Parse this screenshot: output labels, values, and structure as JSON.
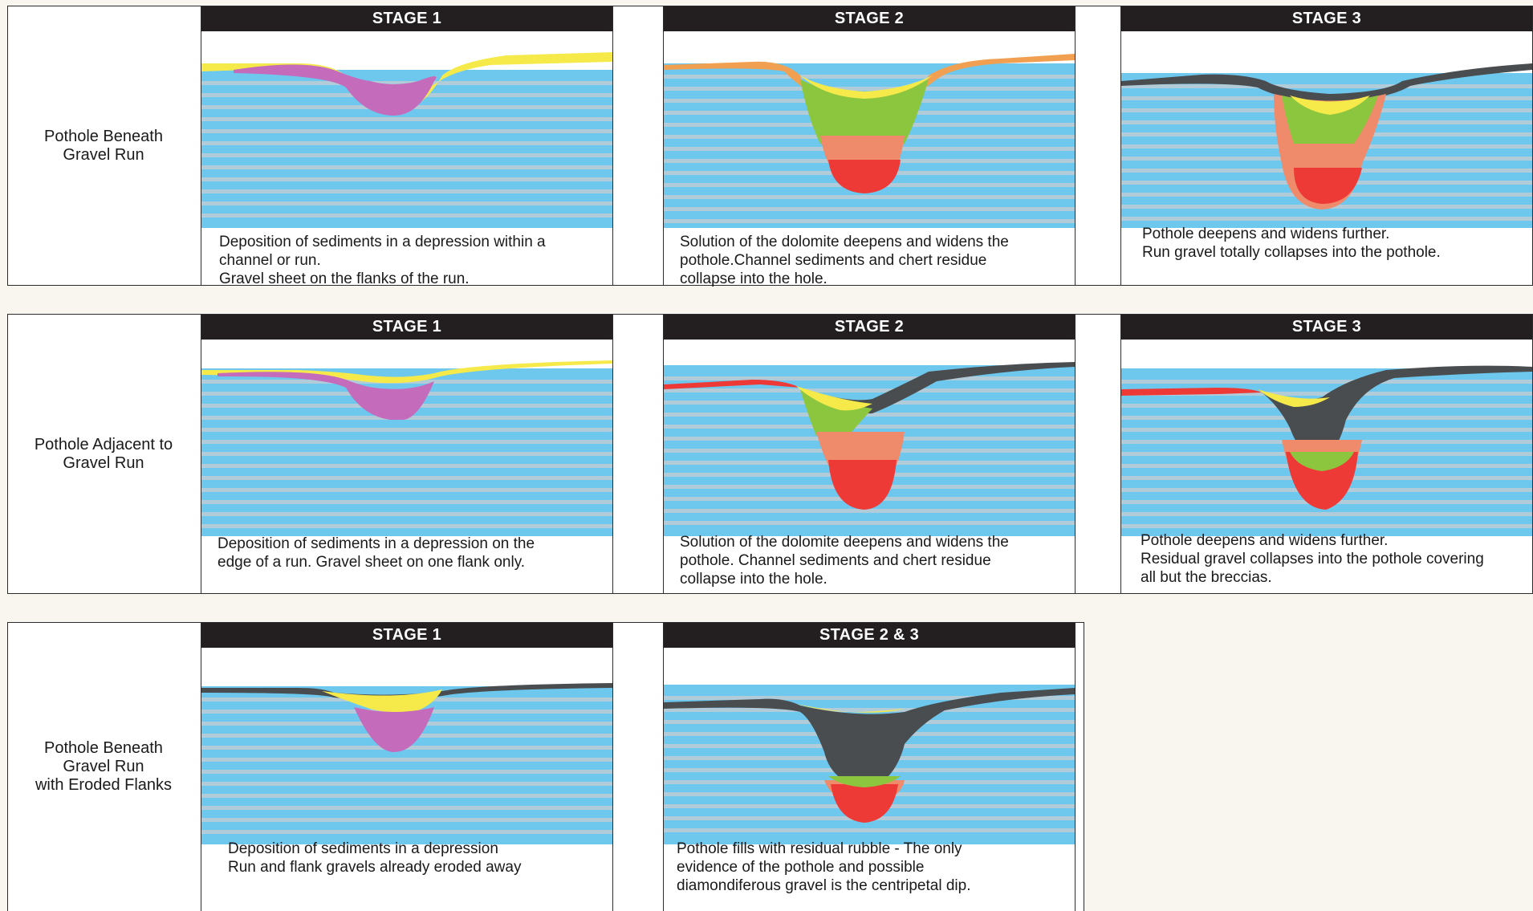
{
  "rows": [
    {
      "label": "Pothole Beneath\nGravel Run",
      "panels": [
        {
          "stage": "STAGE 1",
          "caption": "Deposition of sediments in a depression within a\nchannel or run.\nGravel sheet on the flanks of the run."
        },
        {
          "stage": "STAGE 2",
          "caption": "Solution of the dolomite deepens and widens the\npothole.Channel sediments and chert residue\ncollapse into the hole."
        },
        {
          "stage": "STAGE 3",
          "caption": "Pothole deepens and widens further.\nRun gravel totally collapses into the pothole."
        }
      ]
    },
    {
      "label": "Pothole Adjacent to\nGravel Run",
      "panels": [
        {
          "stage": "STAGE 1",
          "caption": "Deposition of sediments in a depression on the\nedge of a run. Gravel sheet on one flank only."
        },
        {
          "stage": "STAGE 2",
          "caption": "Solution of the dolomite deepens and widens the\npothole. Channel sediments and chert residue\ncollapse into the hole."
        },
        {
          "stage": "STAGE 3",
          "caption": "Pothole deepens and widens further.\nResidual gravel collapses into the pothole covering\nall but the breccias."
        }
      ]
    },
    {
      "label": "Pothole Beneath\nGravel Run\nwith Eroded Flanks",
      "panels": [
        {
          "stage": "STAGE 1",
          "caption": "Deposition of sediments in a depression\nRun and flank gravels already eroded away"
        },
        {
          "stage": "STAGE 2 & 3",
          "caption": "Pothole fills with residual rubble - The only\nevidence of the pothole and possible\ndiamondiferous gravel is the centripetal dip."
        }
      ]
    }
  ],
  "colors": {
    "header": "#231f20",
    "dolomite_blue": "#6ec8ee",
    "dolomite_band": "#c8ccd2",
    "sediment_magenta": "#c46bbc",
    "sand_yellow": "#f5ea4a",
    "green_fill": "#8cc63f",
    "salmon_fill": "#ef8a6b",
    "red_fill": "#ee3a36",
    "gravel_dark": "#4a4d4f"
  }
}
